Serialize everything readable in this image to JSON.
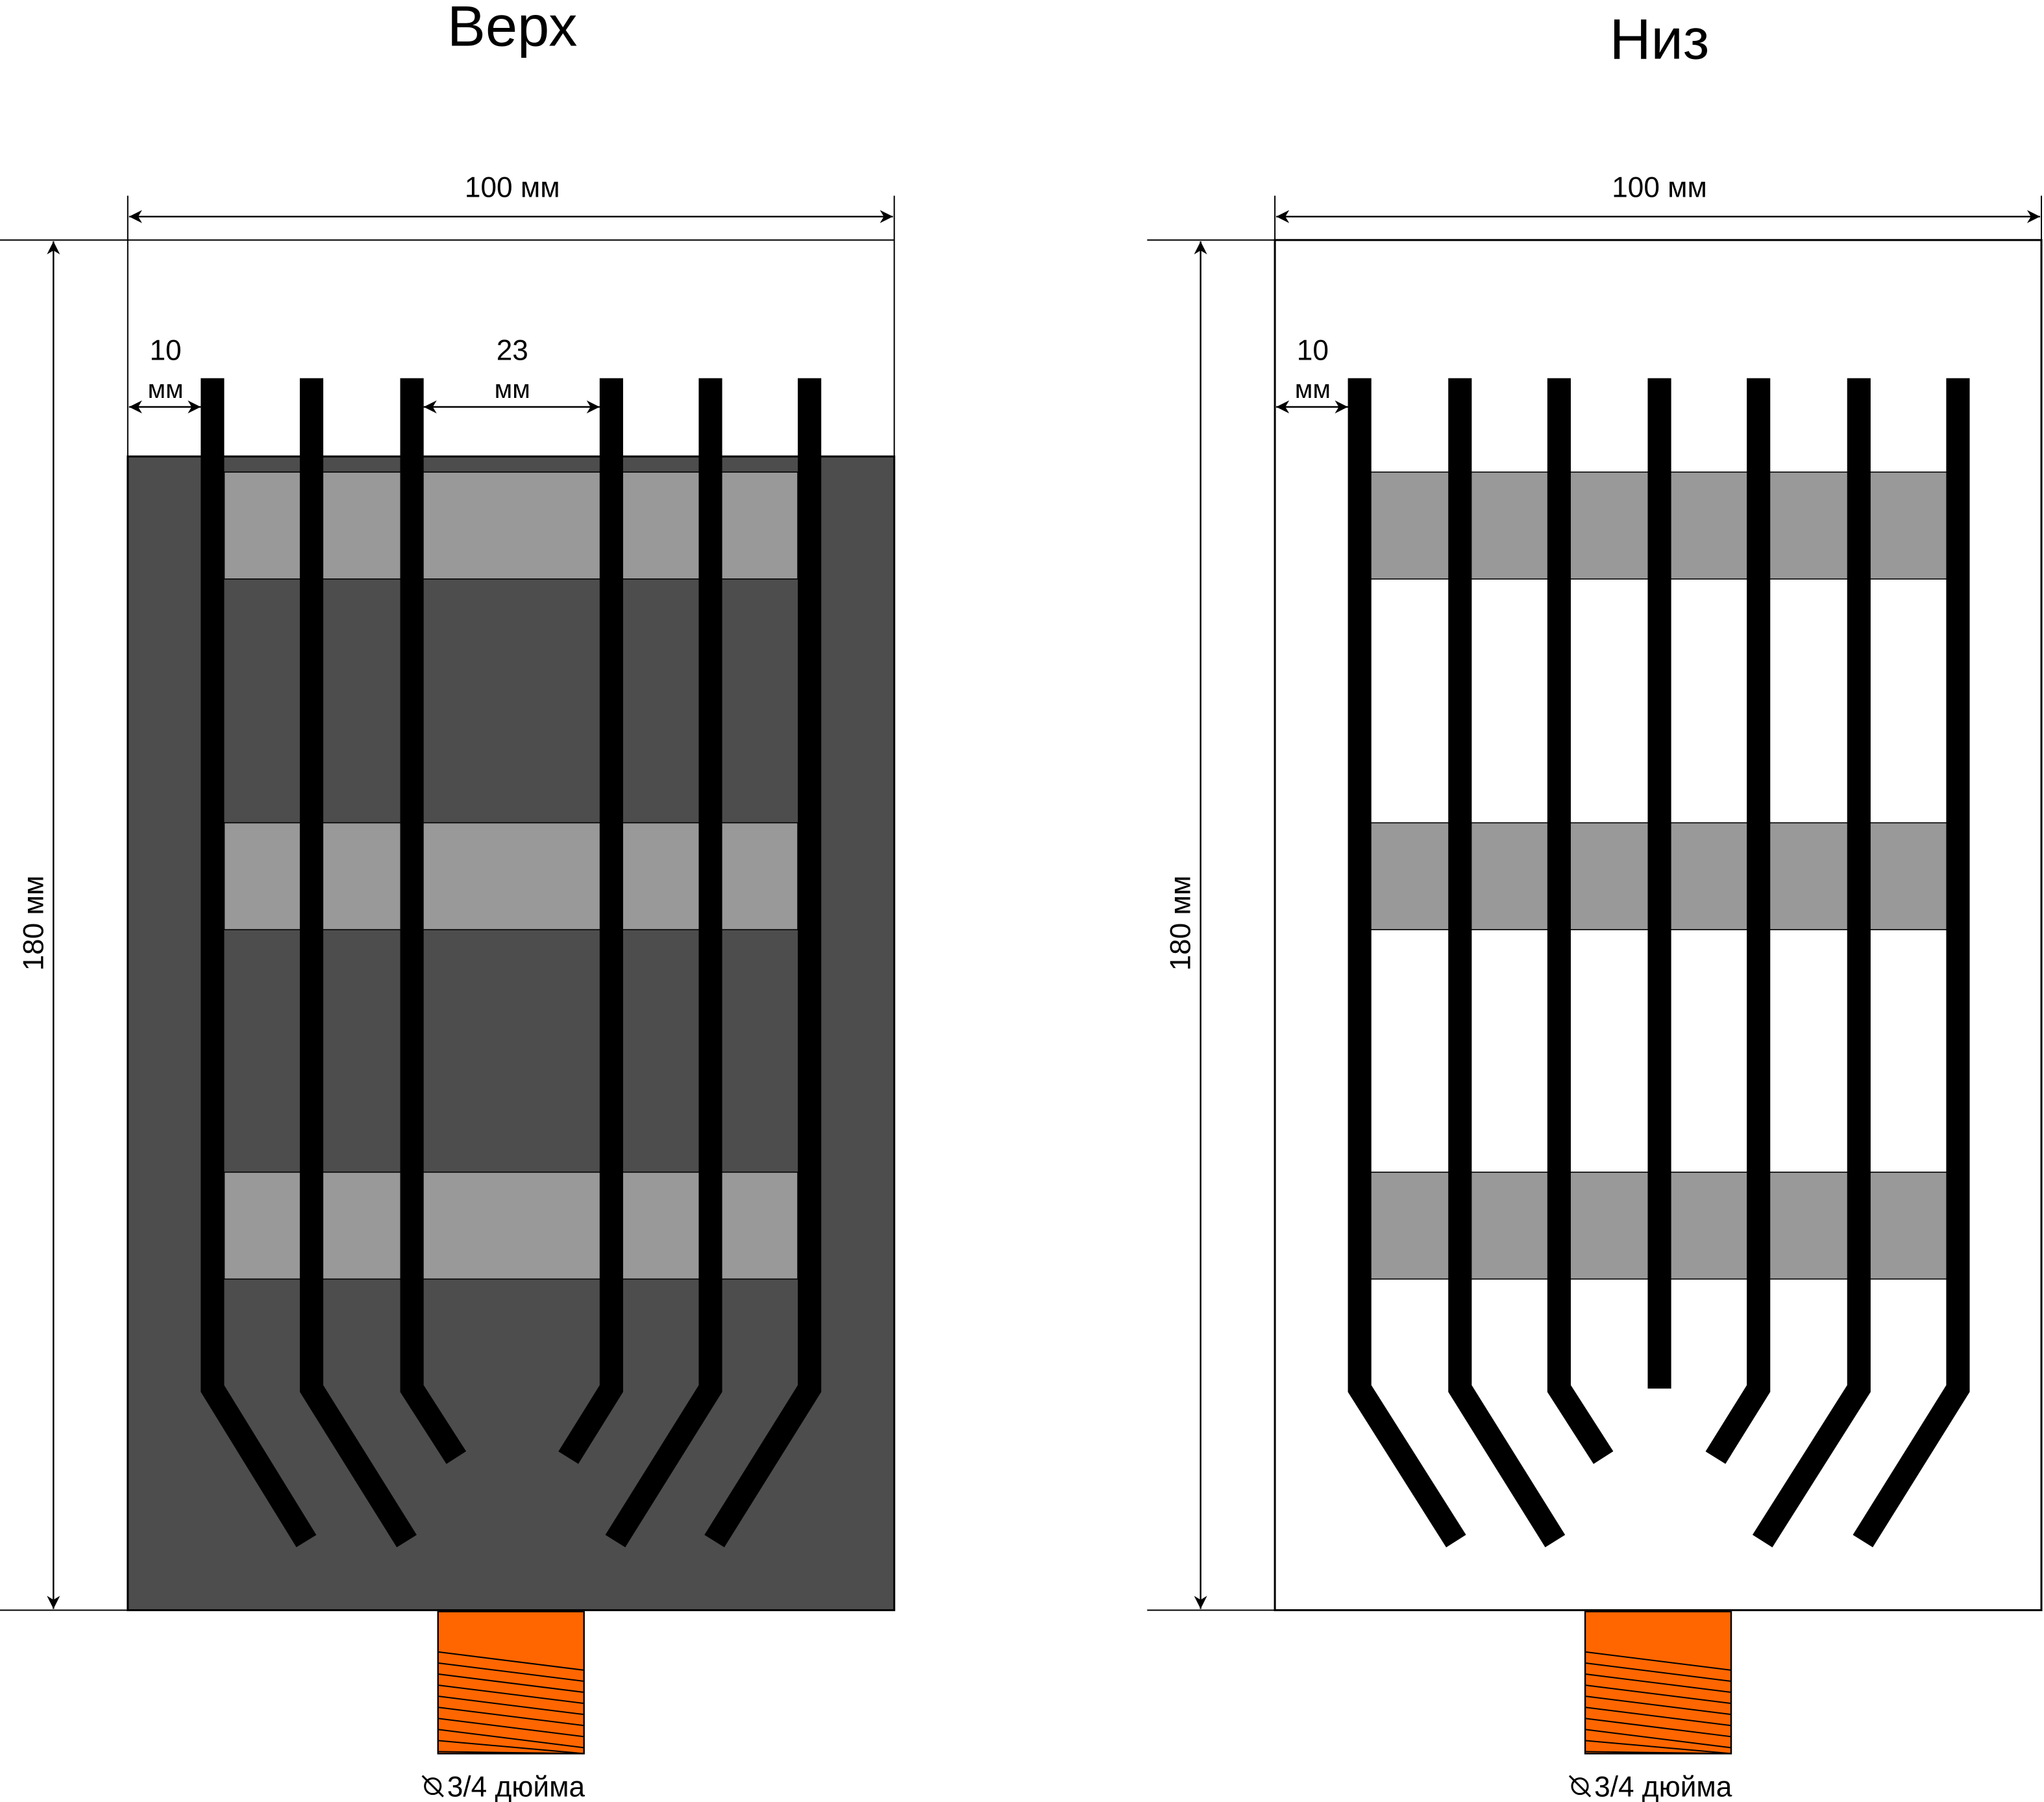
{
  "panels": [
    {
      "title": "Верх",
      "width_label": "100 мм",
      "height_label": "180 мм",
      "offset_label_value": "10",
      "offset_label_unit": "мм",
      "gap_label_value": "23",
      "gap_label_unit": "мм",
      "fitting_label": "3/4 дюйма",
      "tube_count": 6,
      "background": "dark"
    },
    {
      "title": "Низ",
      "width_label": "100 мм",
      "height_label": "180 мм",
      "offset_label_value": "10",
      "offset_label_unit": "мм",
      "fitting_label": "3/4 дюйма",
      "tube_count": 7,
      "background": "white"
    }
  ],
  "colors": {
    "panel_dark": "#4d4d4d",
    "band": "#999999",
    "tube": "#000000",
    "fitting": "#ff6600"
  }
}
